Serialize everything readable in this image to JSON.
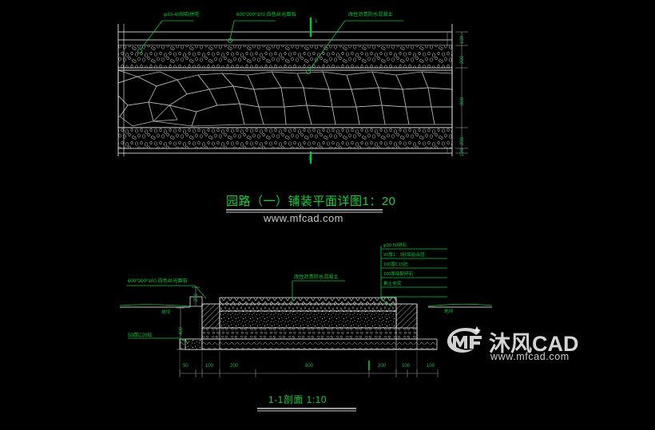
{
  "drawing": {
    "background_color": "#000000",
    "line_color": "#ffffff",
    "annotation_color": "#00cc33",
    "watermark_color": "#c9c9c9"
  },
  "plan_view": {
    "title": "园路（一）铺装平面详图1：20",
    "watermark": "www.mfcad.com",
    "section_mark": "1",
    "section_mark_bottom": "1",
    "callouts": [
      {
        "text": "φ30-40卵石拼花"
      },
      {
        "text": "600*200*100 白色丝光面石"
      },
      {
        "text": "改性沥青防水混凝土"
      }
    ],
    "right_dimensions": [
      "100",
      "200",
      "800",
      "200",
      "100"
    ]
  },
  "section_view": {
    "title": "1-1剖面  1:10",
    "callouts": [
      {
        "text": "600*200*100  白色丝光面石"
      },
      {
        "text": "改性沥青防水混凝土"
      },
      {
        "text": "50厚C20砼"
      }
    ],
    "grade_labels": [
      "地坪",
      "地坪"
    ],
    "left_dimensions": [
      "200",
      "400"
    ],
    "layer_legend": [
      "φ30-50卵石",
      "20厚1：3砂浆结合层",
      "100厚C15砼",
      "100厚级配碎石",
      "素土夯实"
    ],
    "bottom_dimensions": [
      "50",
      "100",
      "200",
      "800",
      "200",
      "100",
      "100"
    ]
  },
  "logo": {
    "brand_cn": "沐风CAD",
    "url": "www.mfcad.com",
    "mark": "MF"
  }
}
